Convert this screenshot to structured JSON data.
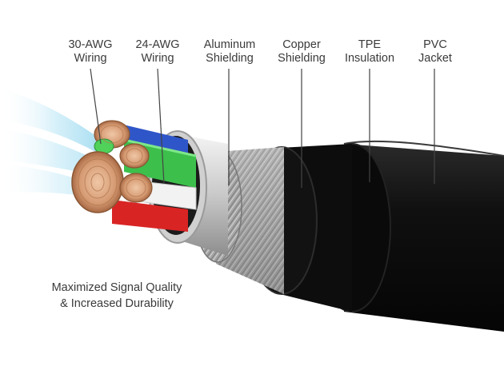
{
  "labels": [
    {
      "line1": "30-AWG",
      "line2": "Wiring"
    },
    {
      "line1": "24-AWG",
      "line2": "Wiring"
    },
    {
      "line1": "Aluminum",
      "line2": "Shielding"
    },
    {
      "line1": "Copper",
      "line2": "Shielding"
    },
    {
      "line1": "TPE",
      "line2": "Insulation"
    },
    {
      "line1": "PVC",
      "line2": "Jacket"
    }
  ],
  "caption": {
    "line1": "Maximized Signal Quality",
    "line2": "& Increased Durability"
  },
  "colors": {
    "jacket": "#151515",
    "tpe": "#0b0b0b",
    "copper_shield": "#a9a9a9",
    "aluminum_shield": "#d6d6d6",
    "wire_blue": "#2f56c8",
    "wire_green": "#3dbf4c",
    "wire_white": "#f2f2f2",
    "wire_red": "#d92424",
    "copper_strand": "#d9a27c",
    "glow": "#7fd0ec"
  }
}
